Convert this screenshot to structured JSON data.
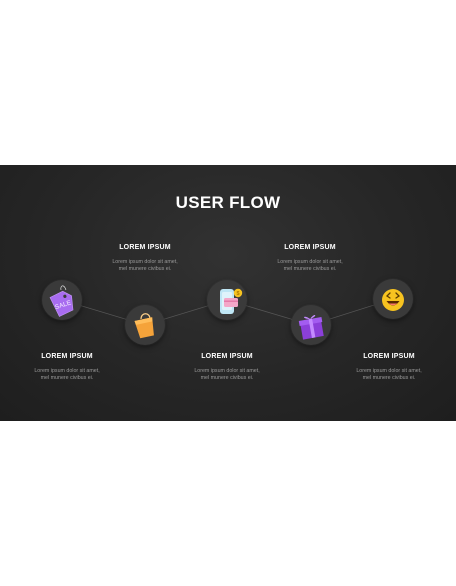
{
  "slide": {
    "title": "USER FLOW",
    "steps": [
      {
        "label": "LOREM IPSUM",
        "desc_line1": "Lorem ipsum dolor sit amet,",
        "desc_line2": "mel munere civibus ei.",
        "icon": "sale-tag-icon",
        "tag_text": "SALE"
      },
      {
        "label": "LOREM IPSUM",
        "desc_line1": "Lorem ipsum dolor sit amet,",
        "desc_line2": "mel munere civibus ei.",
        "icon": "shopping-bag-icon"
      },
      {
        "label": "LOREM IPSUM",
        "desc_line1": "Lorem ipsum dolor sit amet,",
        "desc_line2": "mel munere civibus ei.",
        "icon": "mobile-payment-icon",
        "coin_symbol": "$"
      },
      {
        "label": "LOREM IPSUM",
        "desc_line1": "Lorem ipsum dolor sit amet,",
        "desc_line2": "mel munere civibus ei.",
        "icon": "gift-box-icon"
      },
      {
        "label": "LOREM IPSUM",
        "desc_line1": "Lorem ipsum dolor sit amet,",
        "desc_line2": "mel munere civibus ei.",
        "icon": "happy-face-icon"
      }
    ]
  },
  "colors": {
    "background": "#262626",
    "node": "#3a3a3a",
    "title": "#ffffff",
    "description": "#9a9a9a",
    "sale_tag": "#a86cf0",
    "bag": "#f5a33a",
    "gift": "#8b3fd9",
    "smiley": "#f7c320"
  }
}
